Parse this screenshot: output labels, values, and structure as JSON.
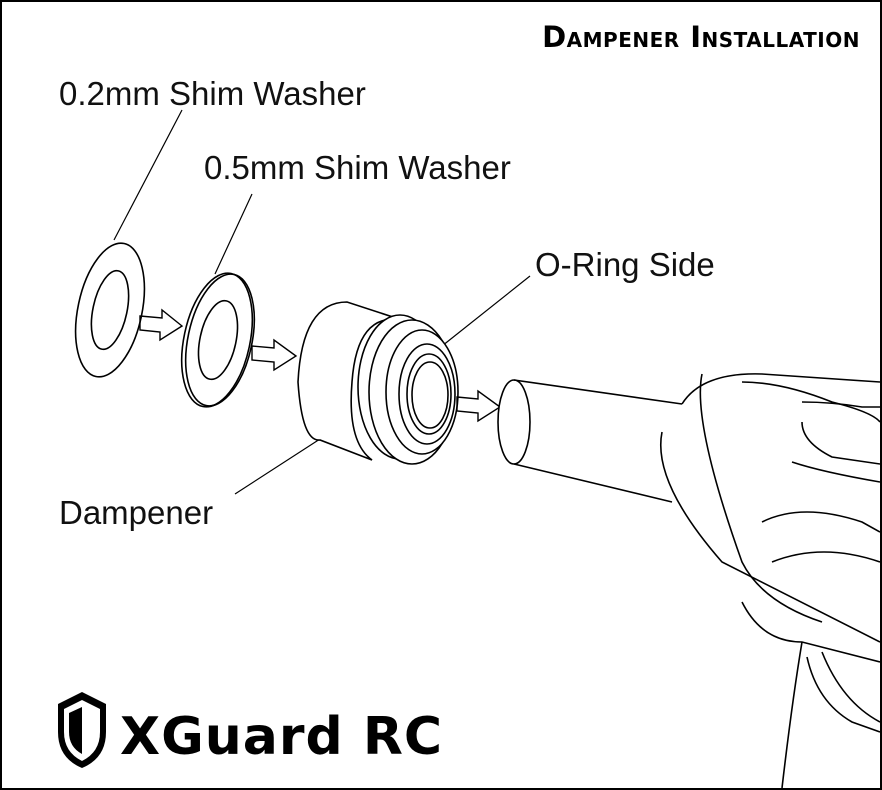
{
  "header": {
    "title": "Dampener Installation"
  },
  "callouts": {
    "shim_02": "0.2mm Shim Washer",
    "shim_05": "0.5mm Shim Washer",
    "oring_side": "O-Ring Side",
    "dampener": "Dampener"
  },
  "brand": {
    "name": "XGuard RC"
  },
  "colors": {
    "line": "#000000",
    "background": "#ffffff"
  }
}
